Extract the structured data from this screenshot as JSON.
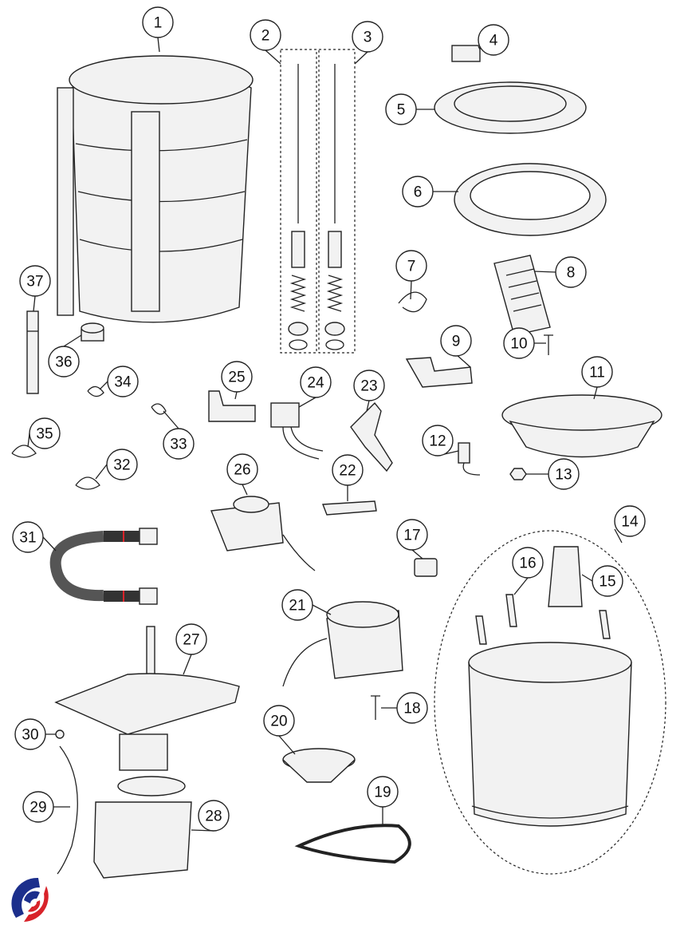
{
  "diagram": {
    "type": "exploded-parts-diagram",
    "callouts": [
      "1",
      "2",
      "3",
      "4",
      "5",
      "6",
      "7",
      "8",
      "9",
      "10",
      "11",
      "12",
      "13",
      "14",
      "15",
      "16",
      "17",
      "18",
      "19",
      "20",
      "21",
      "22",
      "23",
      "24",
      "25",
      "26",
      "27",
      "28",
      "29",
      "30",
      "31",
      "32",
      "33",
      "34",
      "35",
      "36",
      "37"
    ]
  },
  "logo": {
    "colors": {
      "blue": "#1c2f8c",
      "red": "#d8232a"
    }
  }
}
